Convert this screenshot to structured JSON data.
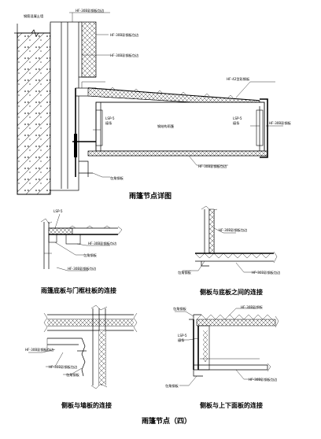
{
  "main_detail": {
    "wall_label": "钢筋混凝土墙",
    "labels": {
      "top1": "HF-30B彩钢板包边",
      "top2": "HF-30B彩钢板包边",
      "top3": "HF-30B彩钢板包边",
      "roof": "HF-42型彩钢板",
      "lsp_left": "LSP-5",
      "lsp_left2": "檩条",
      "center": "钢结构雨篷",
      "lsp_right": "LSP-5",
      "lsp_right2": "檩条",
      "right_edge": "HF-30B彩钢板",
      "bottom": "HF-30B彩钢板包边",
      "bottom_left": "包角钢板"
    },
    "caption": "雨篷节点详图"
  },
  "detail_a": {
    "labels": [
      "LSP-5",
      "HF-30B彩钢板包边",
      "包角钢板",
      "HF-30B彩钢板包边"
    ],
    "caption": "雨篷底板与门框柱板的连接"
  },
  "detail_b": {
    "labels": [
      "HF-30B彩钢板包边",
      "包角钢板",
      "HF-30B彩钢板包边"
    ],
    "caption": "侧板与底板之间的连接"
  },
  "detail_c": {
    "labels": [
      "HF-30B彩钢板包边",
      "HF-30B彩钢板包边",
      "包角钢板"
    ],
    "caption": "侧板与墙板的连接"
  },
  "detail_d": {
    "labels": [
      "包角钢板",
      "HF-30B彩钢板",
      "LSP-5",
      "檩条",
      "HF-30B彩钢板包边",
      "包角钢板"
    ],
    "caption": "侧板与上下面板的连接"
  },
  "footer_caption": "雨篷节点（四）"
}
